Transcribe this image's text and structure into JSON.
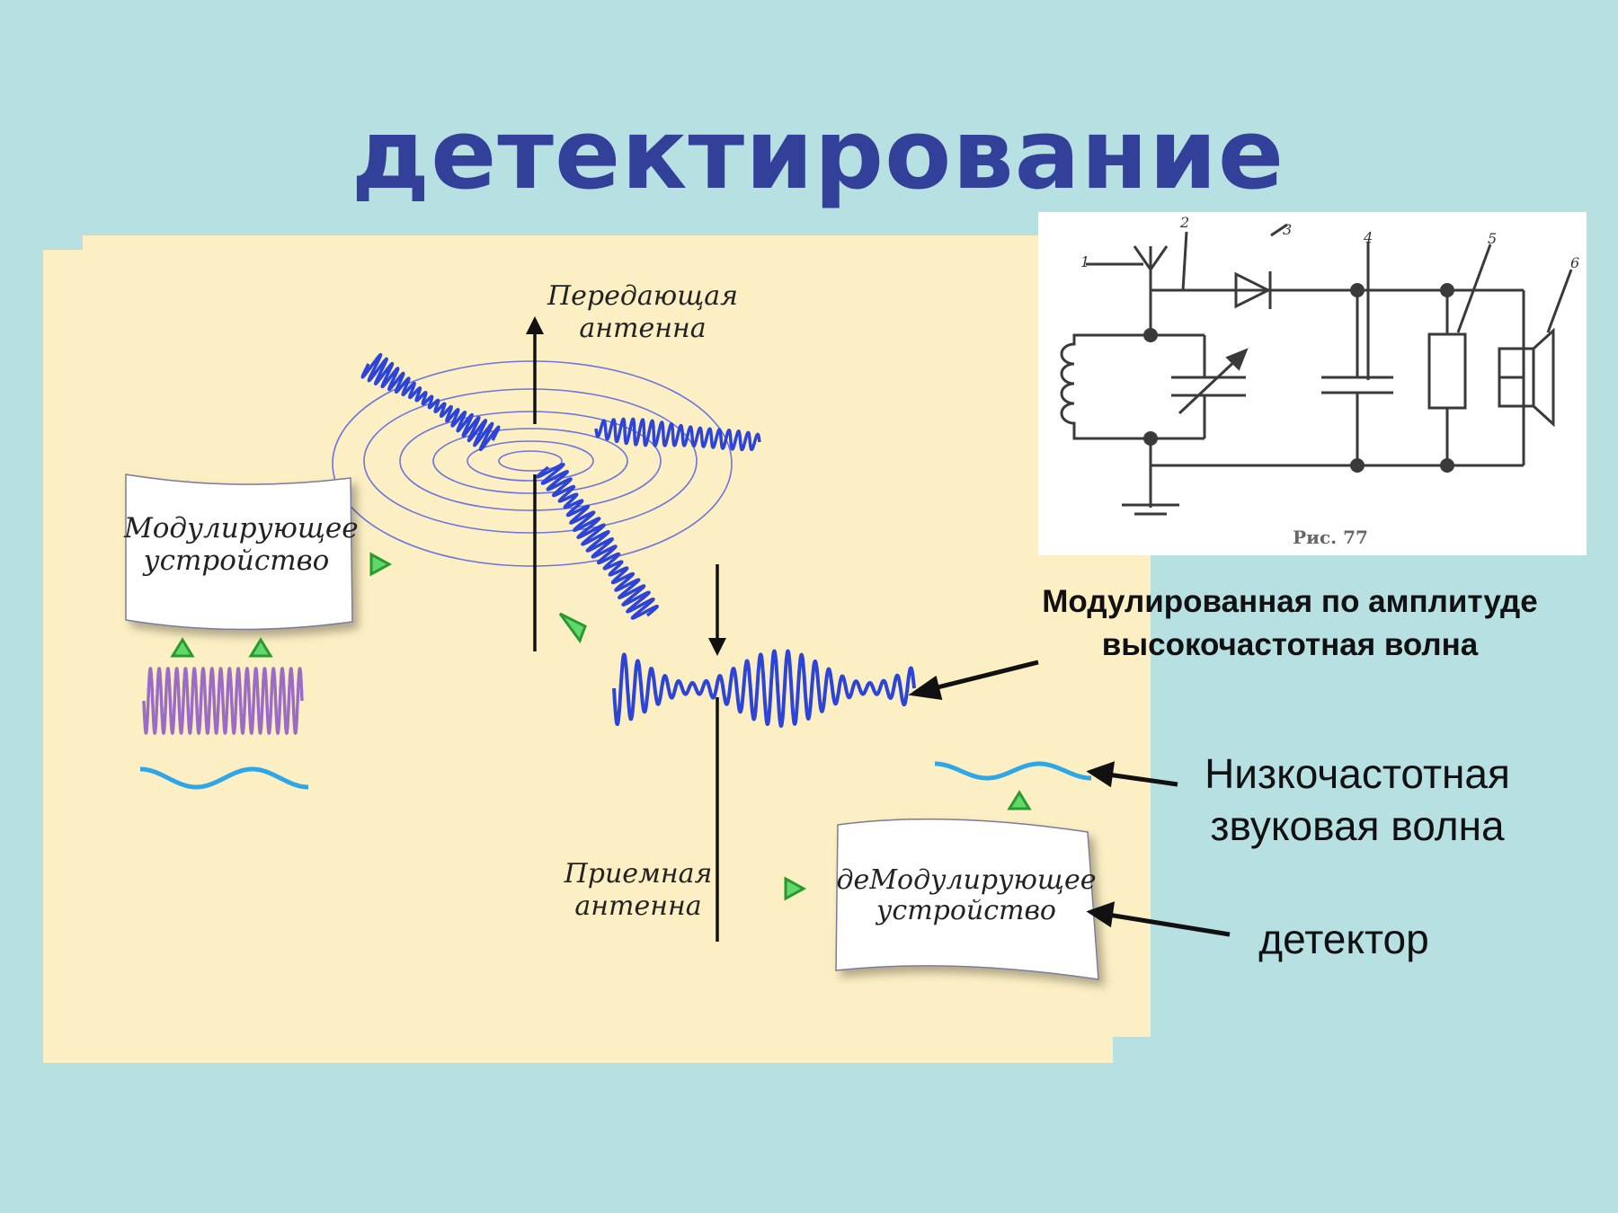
{
  "title": "детектирование",
  "labels": {
    "transmit_antenna_line1": "Передающая",
    "transmit_antenna_line2": "антенна",
    "receive_antenna_line1": "Приемная",
    "receive_antenna_line2": "антенна",
    "modulator_line1": "Модулирующее",
    "modulator_line2": "устройство",
    "demodulator_line1": "деМодулирующее",
    "demodulator_line2": "устройство",
    "modulated_wave_line1": "Модулированная по амплитуде",
    "modulated_wave_line2": "высокочастотная волна",
    "low_freq_line1": "Низкочастотная",
    "low_freq_line2": "звуковая волна",
    "detector": "детектор"
  },
  "schematic": {
    "caption": "Рис. 77",
    "numbers": [
      "1",
      "2",
      "3",
      "4",
      "5",
      "6"
    ]
  },
  "colors": {
    "background": "#b7e0e2",
    "panel": "#fcefc3",
    "title": "#33409a",
    "wave_blue": "#2c44d8",
    "carrier_purple": "#9b6cc6",
    "sound_wave": "#2fa7e6",
    "marker_green": "#37c23a"
  }
}
